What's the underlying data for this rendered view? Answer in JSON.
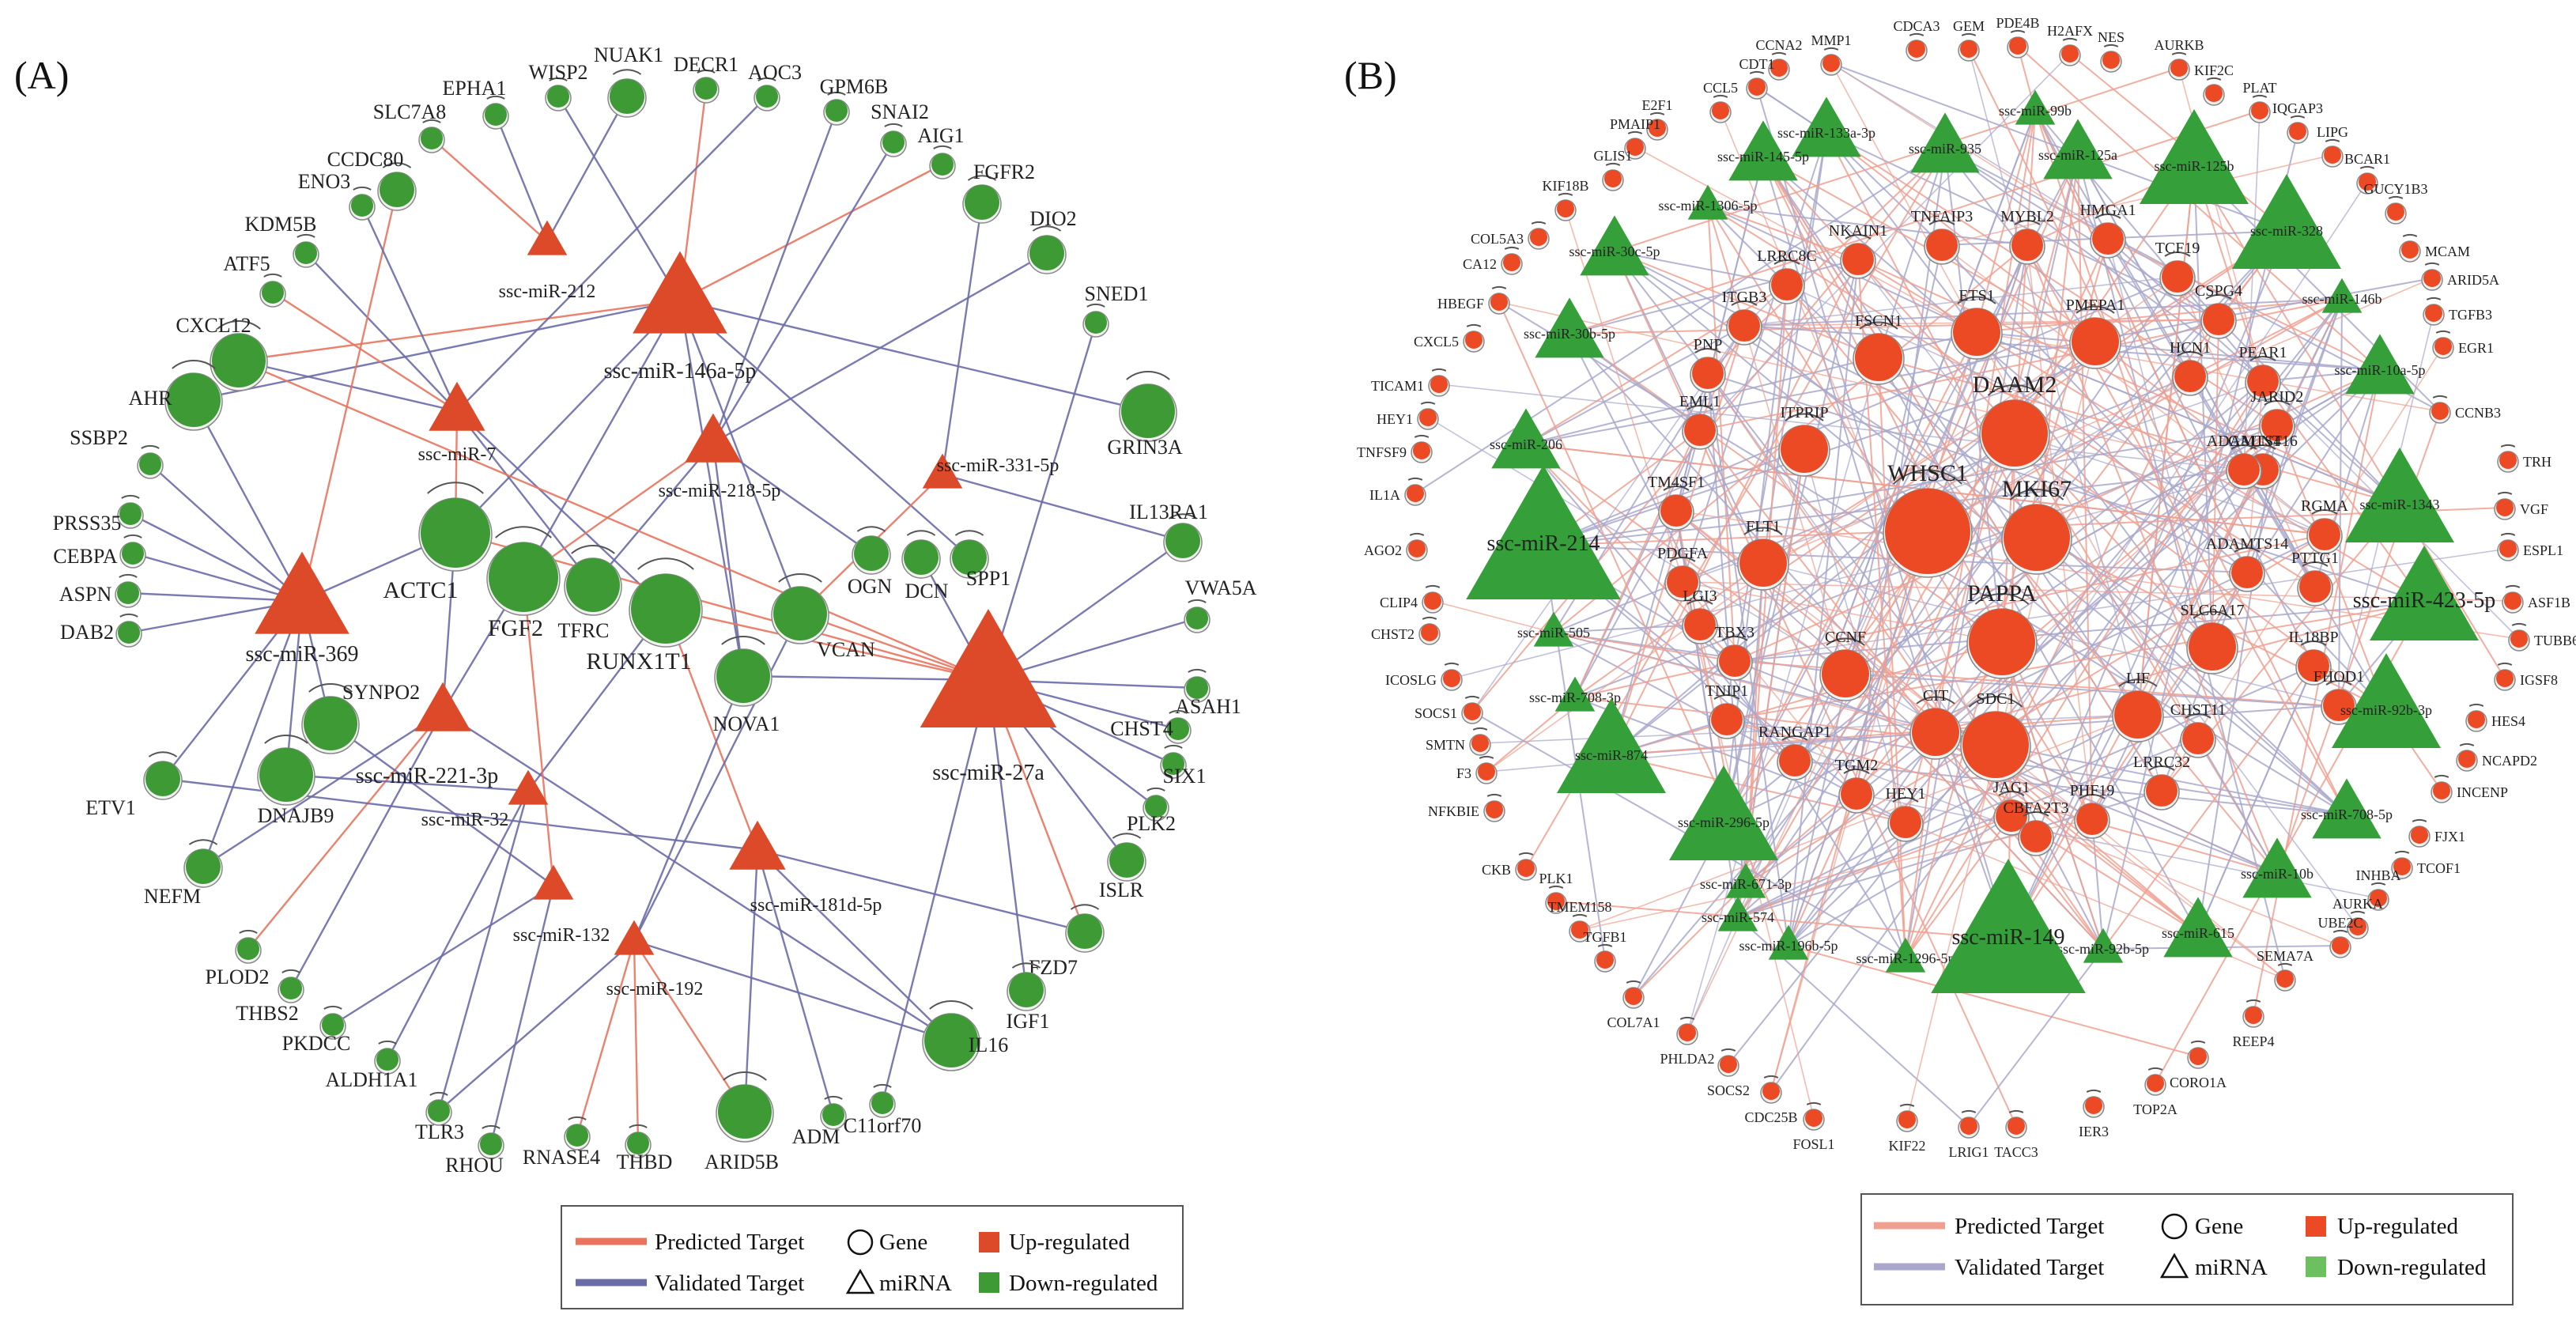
{
  "panelA": {
    "label": "(A)",
    "legend": {
      "predicted": "Predicted Target",
      "validated": "Validated Target",
      "gene": "Gene",
      "mirna": "miRNA",
      "up": "Up-regulated",
      "down": "Down-regulated"
    },
    "colors": {
      "up": "#dd4a2a",
      "down": "#3d9a35",
      "predicted": "#e8745e",
      "validated": "#6a6ca8",
      "highlight": "#e02020"
    },
    "mirnas": [
      {
        "id": "m212",
        "label": "ssc-miR-212",
        "size": "s"
      },
      {
        "id": "m146a",
        "label": "ssc-miR-146a-5p",
        "size": "l",
        "hl": true
      },
      {
        "id": "m7",
        "label": "ssc-miR-7",
        "size": "m"
      },
      {
        "id": "m218",
        "label": "ssc-miR-218-5p",
        "size": "m"
      },
      {
        "id": "m331",
        "label": "ssc-miR-331-5p",
        "size": "s"
      },
      {
        "id": "m369",
        "label": "ssc-miR-369",
        "size": "l",
        "hl": true
      },
      {
        "id": "m221",
        "label": "ssc-miR-221-3p",
        "size": "m",
        "hl": true
      },
      {
        "id": "m32",
        "label": "ssc-miR-32",
        "size": "s"
      },
      {
        "id": "m27a",
        "label": "ssc-miR-27a",
        "size": "xl",
        "hl": true
      },
      {
        "id": "m181d",
        "label": "ssc-miR-181d-5p",
        "size": "m"
      },
      {
        "id": "m132",
        "label": "ssc-miR-132",
        "size": "s"
      },
      {
        "id": "m192",
        "label": "ssc-miR-192",
        "size": "s"
      }
    ],
    "genes": [
      {
        "id": "NUAK1",
        "r": "m"
      },
      {
        "id": "DECR1",
        "r": "s"
      },
      {
        "id": "AOC3",
        "r": "s"
      },
      {
        "id": "WISP2",
        "r": "s"
      },
      {
        "id": "GPM6B",
        "r": "s"
      },
      {
        "id": "EPHA1",
        "r": "s"
      },
      {
        "id": "SNAI2",
        "r": "s"
      },
      {
        "id": "AIG1",
        "r": "s"
      },
      {
        "id": "SLC7A8",
        "r": "s"
      },
      {
        "id": "CCDC80",
        "r": "m"
      },
      {
        "id": "ENO3",
        "r": "s"
      },
      {
        "id": "FGFR2",
        "r": "m"
      },
      {
        "id": "KDM5B",
        "r": "s"
      },
      {
        "id": "DIO2",
        "r": "m"
      },
      {
        "id": "ATF5",
        "r": "s"
      },
      {
        "id": "SNED1",
        "r": "s"
      },
      {
        "id": "CXCL12",
        "r": "l"
      },
      {
        "id": "AHR",
        "r": "l"
      },
      {
        "id": "GRIN3A",
        "r": "l"
      },
      {
        "id": "SSBP2",
        "r": "s"
      },
      {
        "id": "IL13RA1",
        "r": "m"
      },
      {
        "id": "PRSS35",
        "r": "s"
      },
      {
        "id": "CEBPA",
        "r": "s"
      },
      {
        "id": "VWA5A",
        "r": "s"
      },
      {
        "id": "ASPN",
        "r": "s"
      },
      {
        "id": "ASAH1",
        "r": "s"
      },
      {
        "id": "DAB2",
        "r": "s"
      },
      {
        "id": "CHST4",
        "r": "s"
      },
      {
        "id": "SIX1",
        "r": "s"
      },
      {
        "id": "ETV1",
        "r": "m"
      },
      {
        "id": "PLK2",
        "r": "s"
      },
      {
        "id": "NEFM",
        "r": "m"
      },
      {
        "id": "ISLR",
        "r": "m"
      },
      {
        "id": "FZD7",
        "r": "m"
      },
      {
        "id": "PLOD2",
        "r": "s"
      },
      {
        "id": "IGF1",
        "r": "m"
      },
      {
        "id": "THBS2",
        "r": "s"
      },
      {
        "id": "PKDCC",
        "r": "s"
      },
      {
        "id": "IL16",
        "r": "l"
      },
      {
        "id": "ALDH1A1",
        "r": "s"
      },
      {
        "id": "C11orf70",
        "r": "s"
      },
      {
        "id": "TLR3",
        "r": "s"
      },
      {
        "id": "ADM",
        "r": "s"
      },
      {
        "id": "RHOU",
        "r": "s"
      },
      {
        "id": "RNASE4",
        "r": "s"
      },
      {
        "id": "THBD",
        "r": "s"
      },
      {
        "id": "ARID5B",
        "r": "l"
      },
      {
        "id": "ACTC1",
        "r": "xl",
        "hl": true
      },
      {
        "id": "FGF2",
        "r": "xl",
        "hl": true
      },
      {
        "id": "TFRC",
        "r": "l"
      },
      {
        "id": "RUNX1T1",
        "r": "xl",
        "hl": true
      },
      {
        "id": "OGN",
        "r": "m"
      },
      {
        "id": "DCN",
        "r": "m"
      },
      {
        "id": "SPP1",
        "r": "m"
      },
      {
        "id": "VCAN",
        "r": "l"
      },
      {
        "id": "NOVA1",
        "r": "l"
      },
      {
        "id": "SYNPO2",
        "r": "l"
      },
      {
        "id": "DNAJB9",
        "r": "l"
      }
    ]
  },
  "panelB": {
    "label": "(B)",
    "legend": {
      "predicted": "Predicted Target",
      "validated": "Validated Target",
      "gene": "Gene",
      "mirna": "miRNA",
      "up": "Up-regulated",
      "down": "Down-regulated"
    },
    "colors": {
      "up": "#ec4a25",
      "down": "#35a03a",
      "predicted": "#f0a090",
      "validated": "#a8a8cc",
      "highlight": "#e02020"
    },
    "mirnas": [
      {
        "id": "ssc-miR-133a-3p",
        "size": "m"
      },
      {
        "id": "ssc-miR-99b",
        "size": "s"
      },
      {
        "id": "ssc-miR-935",
        "size": "m"
      },
      {
        "id": "ssc-miR-125a",
        "size": "m"
      },
      {
        "id": "ssc-miR-125b",
        "size": "l"
      },
      {
        "id": "ssc-miR-145-5p",
        "size": "m"
      },
      {
        "id": "ssc-miR-1306-5p",
        "size": "s"
      },
      {
        "id": "ssc-miR-30c-5p",
        "size": "m"
      },
      {
        "id": "ssc-miR-328",
        "size": "l"
      },
      {
        "id": "ssc-miR-146b",
        "size": "s"
      },
      {
        "id": "ssc-miR-30b-5p",
        "size": "m"
      },
      {
        "id": "ssc-miR-10a-5p",
        "size": "m"
      },
      {
        "id": "ssc-miR-206",
        "size": "m"
      },
      {
        "id": "ssc-miR-1343",
        "size": "l"
      },
      {
        "id": "ssc-miR-214",
        "size": "xl",
        "hl": true
      },
      {
        "id": "ssc-miR-423-5p",
        "size": "l",
        "hl": true
      },
      {
        "id": "ssc-miR-505",
        "size": "s"
      },
      {
        "id": "ssc-miR-708-3p",
        "size": "s"
      },
      {
        "id": "ssc-miR-92b-3p",
        "size": "l"
      },
      {
        "id": "ssc-miR-874",
        "size": "l"
      },
      {
        "id": "ssc-miR-296-5p",
        "size": "l"
      },
      {
        "id": "ssc-miR-708-5p",
        "size": "m"
      },
      {
        "id": "ssc-miR-671-3p",
        "size": "s"
      },
      {
        "id": "ssc-miR-574",
        "size": "s"
      },
      {
        "id": "ssc-miR-10b",
        "size": "m"
      },
      {
        "id": "ssc-miR-196b-5p",
        "size": "s"
      },
      {
        "id": "ssc-miR-1296-5p",
        "size": "s"
      },
      {
        "id": "ssc-miR-92b-5p",
        "size": "s"
      },
      {
        "id": "ssc-miR-615",
        "size": "m"
      },
      {
        "id": "ssc-miR-149",
        "size": "xl",
        "hl": true
      }
    ],
    "genes": [
      {
        "id": "CCNA2",
        "r": "s"
      },
      {
        "id": "MMP1",
        "r": "s"
      },
      {
        "id": "CDCA3",
        "r": "s"
      },
      {
        "id": "GEM",
        "r": "s"
      },
      {
        "id": "PDE4B",
        "r": "s"
      },
      {
        "id": "H2AFX",
        "r": "s"
      },
      {
        "id": "NES",
        "r": "s"
      },
      {
        "id": "AURKB",
        "r": "s"
      },
      {
        "id": "CDT1",
        "r": "s"
      },
      {
        "id": "KIF2C",
        "r": "s"
      },
      {
        "id": "CCL5",
        "r": "s"
      },
      {
        "id": "PLAT",
        "r": "s"
      },
      {
        "id": "E2F1",
        "r": "s"
      },
      {
        "id": "IQGAP3",
        "r": "s"
      },
      {
        "id": "PMAIP1",
        "r": "s"
      },
      {
        "id": "LIPG",
        "r": "s"
      },
      {
        "id": "GLIS1",
        "r": "s"
      },
      {
        "id": "BCAR1",
        "r": "s"
      },
      {
        "id": "KIF18B",
        "r": "s"
      },
      {
        "id": "GUCY1B3",
        "r": "s"
      },
      {
        "id": "COL5A3",
        "r": "s"
      },
      {
        "id": "MCAM",
        "r": "s"
      },
      {
        "id": "CA12",
        "r": "s"
      },
      {
        "id": "ARID5A",
        "r": "s"
      },
      {
        "id": "HBEGF",
        "r": "s"
      },
      {
        "id": "TGFB3",
        "r": "s"
      },
      {
        "id": "CXCL5",
        "r": "s"
      },
      {
        "id": "EGR1",
        "r": "s"
      },
      {
        "id": "TICAM1",
        "r": "s"
      },
      {
        "id": "CCNB3",
        "r": "s"
      },
      {
        "id": "HEY1",
        "r": "s"
      },
      {
        "id": "TNFSF9",
        "r": "s"
      },
      {
        "id": "TRH",
        "r": "s"
      },
      {
        "id": "IL1A",
        "r": "s"
      },
      {
        "id": "VGF",
        "r": "s"
      },
      {
        "id": "AGO2",
        "r": "s"
      },
      {
        "id": "ESPL1",
        "r": "s"
      },
      {
        "id": "CLIP4",
        "r": "s"
      },
      {
        "id": "ASF1B",
        "r": "s"
      },
      {
        "id": "CHST2",
        "r": "s"
      },
      {
        "id": "TUBB6",
        "r": "s"
      },
      {
        "id": "ICOSLG",
        "r": "s"
      },
      {
        "id": "IGSF8",
        "r": "s"
      },
      {
        "id": "SOCS1",
        "r": "s"
      },
      {
        "id": "HES4",
        "r": "s"
      },
      {
        "id": "SMTN",
        "r": "s"
      },
      {
        "id": "NCAPD2",
        "r": "s"
      },
      {
        "id": "F3",
        "r": "s"
      },
      {
        "id": "INCENP",
        "r": "s"
      },
      {
        "id": "NFKBIE",
        "r": "s"
      },
      {
        "id": "FJX1",
        "r": "s"
      },
      {
        "id": "CKB",
        "r": "s"
      },
      {
        "id": "TCOF1",
        "r": "s"
      },
      {
        "id": "PLK1",
        "r": "s"
      },
      {
        "id": "INHBA",
        "r": "s"
      },
      {
        "id": "TMEM158",
        "r": "s"
      },
      {
        "id": "AURKA",
        "r": "s"
      },
      {
        "id": "TGFB1",
        "r": "s"
      },
      {
        "id": "UBE2C",
        "r": "s"
      },
      {
        "id": "COL7A1",
        "r": "s"
      },
      {
        "id": "SEMA7A",
        "r": "s"
      },
      {
        "id": "REEP4",
        "r": "s"
      },
      {
        "id": "PHLDA2",
        "r": "s"
      },
      {
        "id": "CORO1A",
        "r": "s"
      },
      {
        "id": "SOCS2",
        "r": "s"
      },
      {
        "id": "TOP2A",
        "r": "s"
      },
      {
        "id": "CDC25B",
        "r": "s"
      },
      {
        "id": "IER3",
        "r": "s"
      },
      {
        "id": "FOSL1",
        "r": "s"
      },
      {
        "id": "KIF22",
        "r": "s"
      },
      {
        "id": "LRIG1",
        "r": "s"
      },
      {
        "id": "TACC3",
        "r": "s"
      },
      {
        "id": "NKAIN1",
        "r": "m"
      },
      {
        "id": "TNFAIP3",
        "r": "m"
      },
      {
        "id": "MYBL2",
        "r": "m"
      },
      {
        "id": "HMGA1",
        "r": "m"
      },
      {
        "id": "LRRC8C",
        "r": "m"
      },
      {
        "id": "ETS1",
        "r": "l"
      },
      {
        "id": "TCF19",
        "r": "m"
      },
      {
        "id": "ITGB3",
        "r": "m"
      },
      {
        "id": "PMEPA1",
        "r": "l"
      },
      {
        "id": "CSPG4",
        "r": "m"
      },
      {
        "id": "FSCN1",
        "r": "l"
      },
      {
        "id": "PNP",
        "r": "m"
      },
      {
        "id": "HCN1",
        "r": "m"
      },
      {
        "id": "PEAR1",
        "r": "m"
      },
      {
        "id": "EML1",
        "r": "m"
      },
      {
        "id": "DAAM2",
        "r": "xl",
        "hl": true
      },
      {
        "id": "JARID2",
        "r": "m"
      },
      {
        "id": "ITPRIP",
        "r": "l"
      },
      {
        "id": "GALNT16",
        "r": "m"
      },
      {
        "id": "TM4SF1",
        "r": "m"
      },
      {
        "id": "ADAMTS4",
        "r": "m"
      },
      {
        "id": "RGMA",
        "r": "m"
      },
      {
        "id": "WHSC1",
        "r": "xxl",
        "hl": true
      },
      {
        "id": "MKI67",
        "r": "xl",
        "hl": true
      },
      {
        "id": "FLT1",
        "r": "l"
      },
      {
        "id": "PDGFA",
        "r": "m"
      },
      {
        "id": "ADAMTS14",
        "r": "m"
      },
      {
        "id": "PTTG1",
        "r": "m"
      },
      {
        "id": "LGI3",
        "r": "m"
      },
      {
        "id": "PAPPA",
        "r": "xl",
        "hl": true
      },
      {
        "id": "SLC6A17",
        "r": "l"
      },
      {
        "id": "TBX3",
        "r": "m"
      },
      {
        "id": "CCNF",
        "r": "l"
      },
      {
        "id": "IL18BP",
        "r": "m"
      },
      {
        "id": "TNIP1",
        "r": "m"
      },
      {
        "id": "FHOD1",
        "r": "m"
      },
      {
        "id": "CIT",
        "r": "l"
      },
      {
        "id": "SDC1",
        "r": "xl"
      },
      {
        "id": "LIF",
        "r": "l"
      },
      {
        "id": "RANGAP1",
        "r": "m"
      },
      {
        "id": "CHST11",
        "r": "m"
      },
      {
        "id": "TGM2",
        "r": "m"
      },
      {
        "id": "LRRC32",
        "r": "m"
      },
      {
        "id": "HEY1",
        "r": "m"
      },
      {
        "id": "JAG1",
        "r": "m"
      },
      {
        "id": "CBFA2T3",
        "r": "m"
      },
      {
        "id": "PHF19",
        "r": "m"
      }
    ]
  }
}
